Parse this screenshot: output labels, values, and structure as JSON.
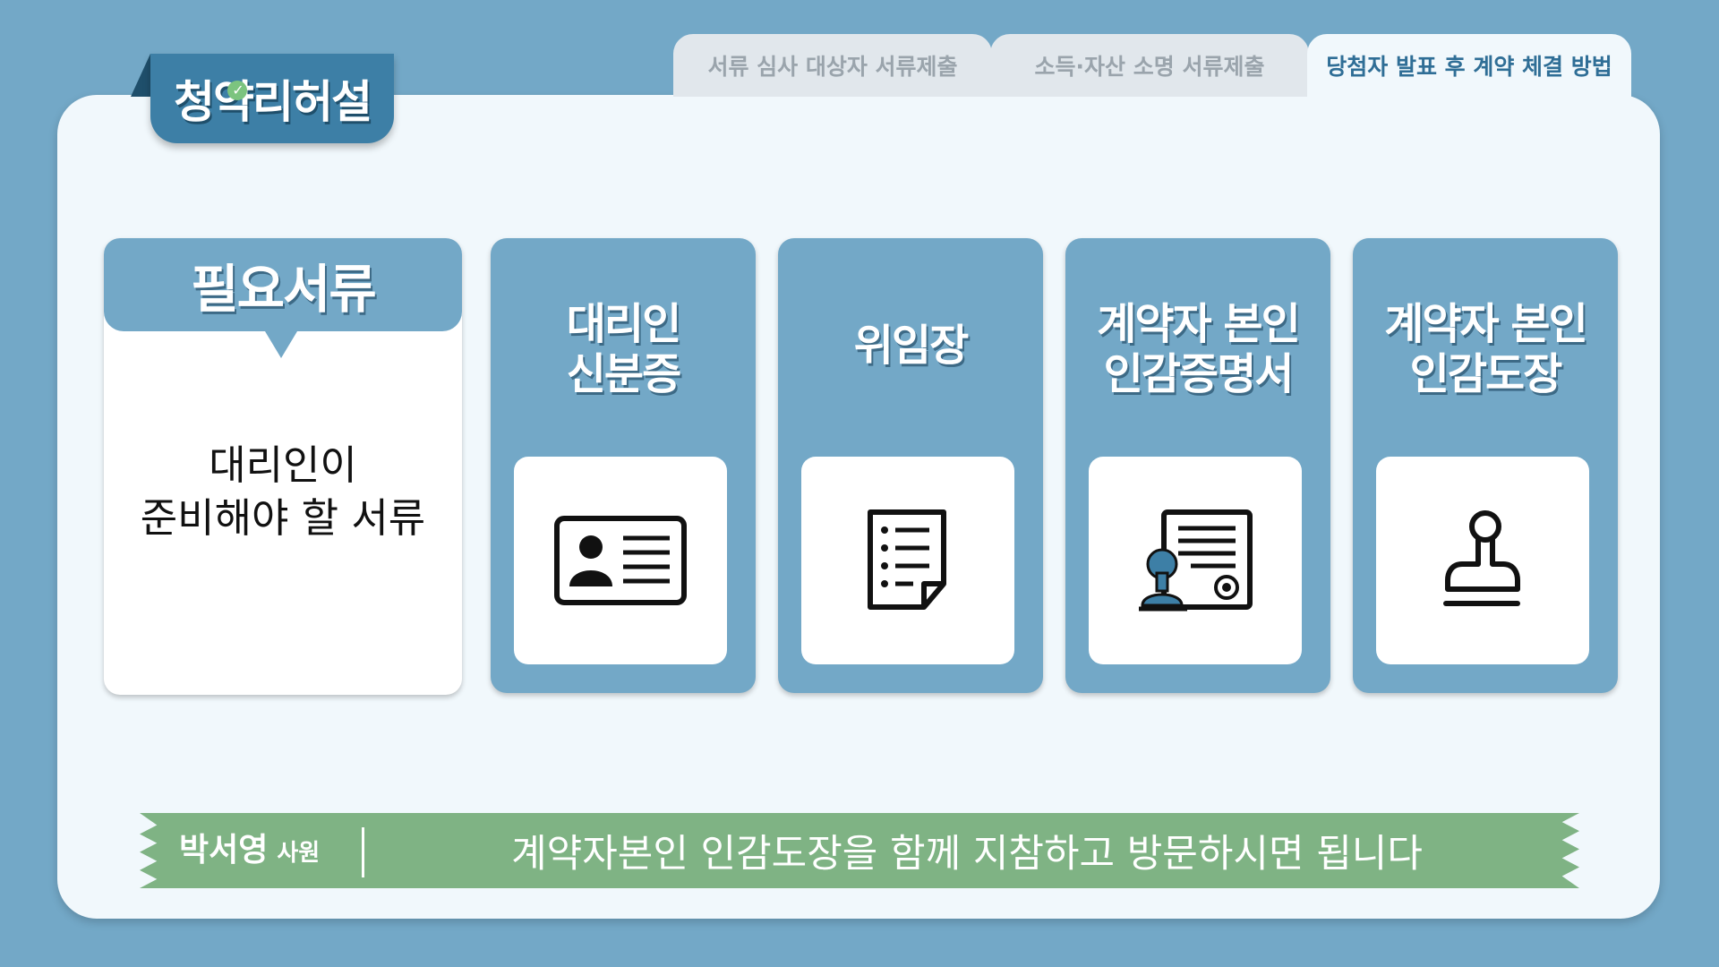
{
  "logo": {
    "text": "청약리허설"
  },
  "tabs": [
    {
      "label": "서류 심사 대상자 서류제출",
      "active": false
    },
    {
      "label": "소득·자산 소명 서류제출",
      "active": false
    },
    {
      "label": "당첨자 발표 후 계약 체결 방법",
      "active": true
    }
  ],
  "need": {
    "title": "필요서류",
    "line1": "대리인이",
    "line2": "준비해야 할 서류"
  },
  "cards": [
    {
      "line1": "대리인",
      "line2": "신분증",
      "icon": "id-card-icon"
    },
    {
      "line1": "위임장",
      "line2": "",
      "icon": "document-icon"
    },
    {
      "line1": "계약자 본인",
      "line2": "인감증명서",
      "icon": "certificate-icon"
    },
    {
      "line1": "계약자 본인",
      "line2": "인감도장",
      "icon": "stamp-icon"
    }
  ],
  "subtitle": {
    "speaker": "박서영",
    "role": "사원",
    "text": "계약자본인 인감도장을 함께 지참하고 방문하시면 됩니다"
  },
  "colors": {
    "background": "#73a8c7",
    "panel": "#f1f8fc",
    "card": "#73a8c7",
    "banner": "#7fb384",
    "accent_dark": "#3d7fa6"
  }
}
